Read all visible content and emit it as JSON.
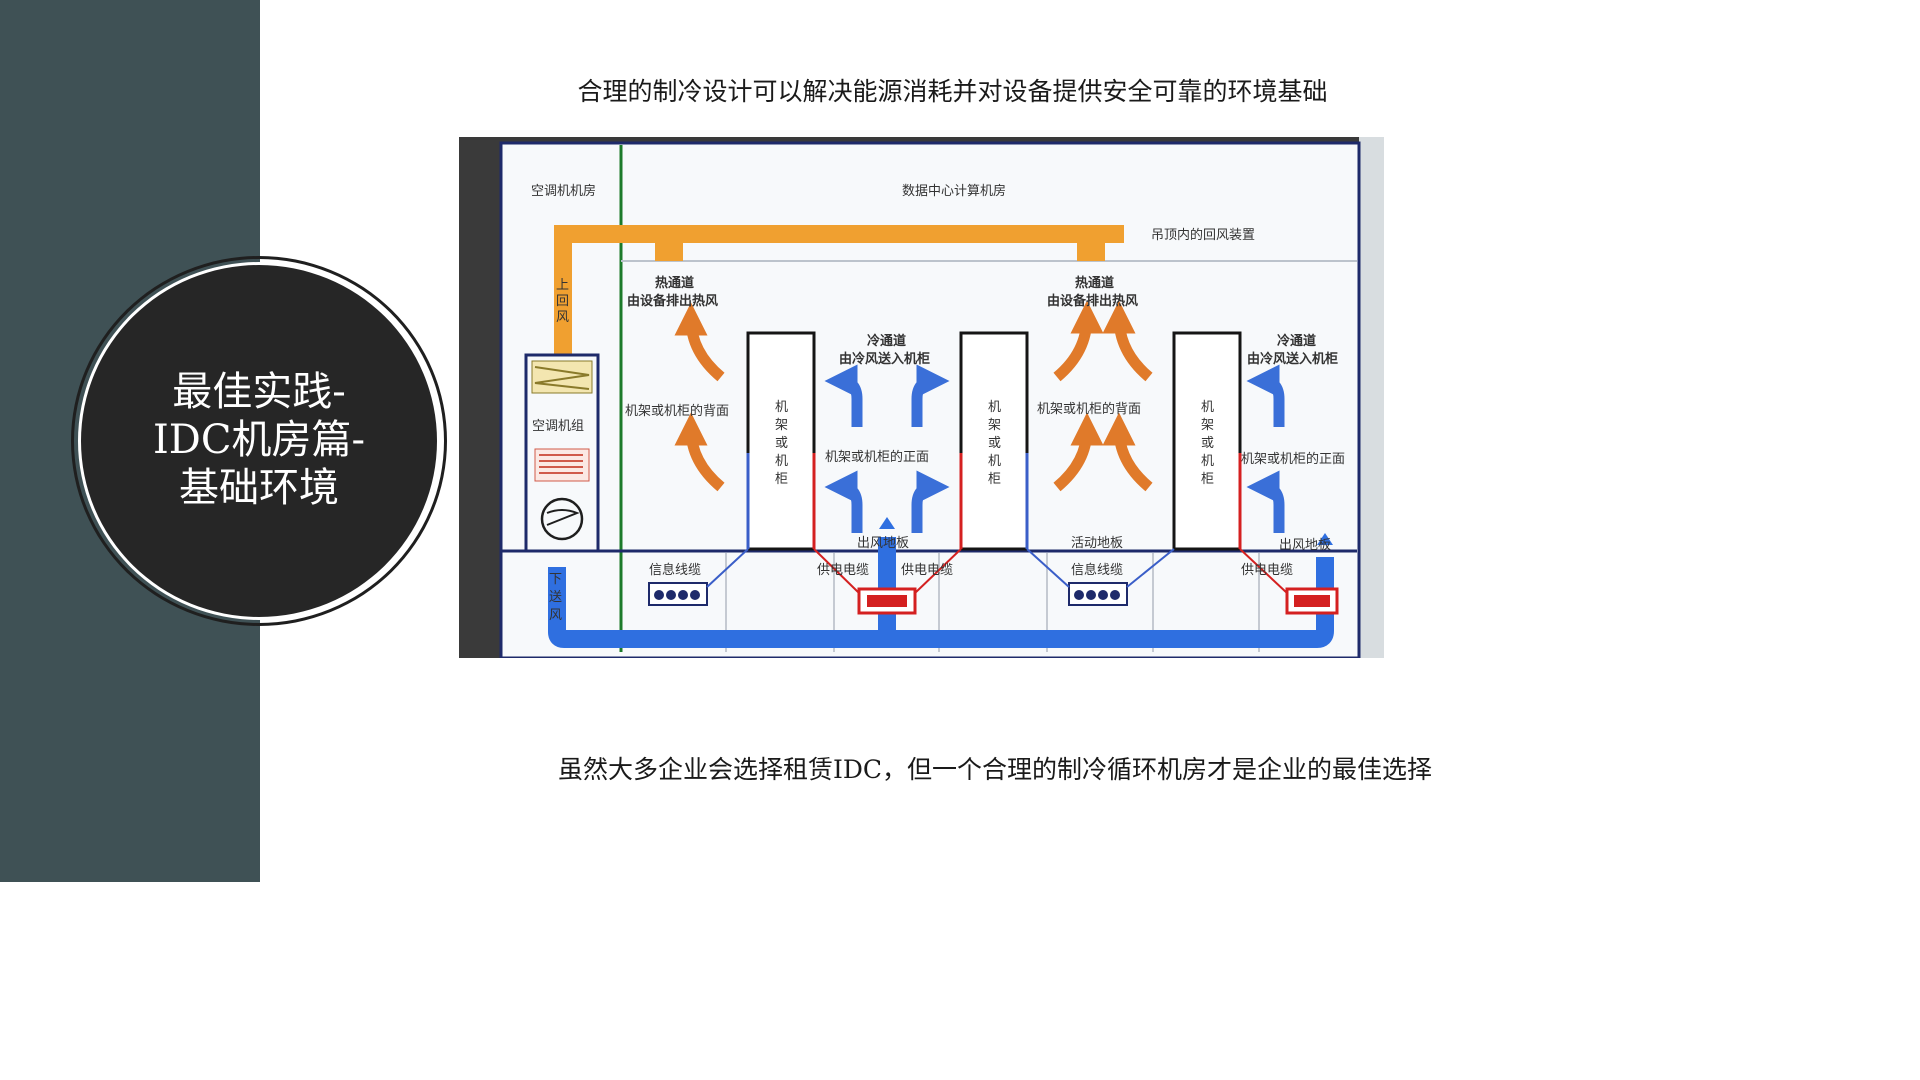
{
  "slide": {
    "title_lines": [
      "最佳实践-",
      "IDC机房篇-",
      "基础环境"
    ],
    "top_caption": "合理的制冷设计可以解决能源消耗并对设备提供安全可靠的环境基础",
    "bottom_caption": "虽然大多企业会选择租赁IDC，但一个合理的制冷循环机房才是企业的最佳选择"
  },
  "colors": {
    "sidebar": "#3f5155",
    "circle": "#262626",
    "duct_orange": "#f0a030",
    "hot_arrow": "#e07a2a",
    "cold_arrow": "#3a6fd8",
    "cold_duct": "#2f6fe0",
    "cable_red": "#d42020"
  },
  "diagram": {
    "ac_room": "空调机机房",
    "dc_room": "数据中心计算机房",
    "ceiling_return": "吊顶内的回风装置",
    "up_return": [
      "上",
      "回",
      "风"
    ],
    "ac_unit": "空调机组",
    "down_supply": [
      "下",
      "送",
      "风"
    ],
    "hot_aisle_title": "热通道",
    "hot_aisle_desc": "由设备排出热风",
    "cold_aisle_title": "冷通道",
    "cold_aisle_desc": "由冷风送入机柜",
    "rack_back": "机架或机柜的背面",
    "rack_front": "机架或机柜的正面",
    "rack_vertical": [
      "机",
      "架",
      "或",
      "机",
      "柜"
    ],
    "outlet_floor": "出风地板",
    "raised_floor": "活动地板",
    "info_cable": "信息线缆",
    "power_cable": "供电电缆"
  }
}
